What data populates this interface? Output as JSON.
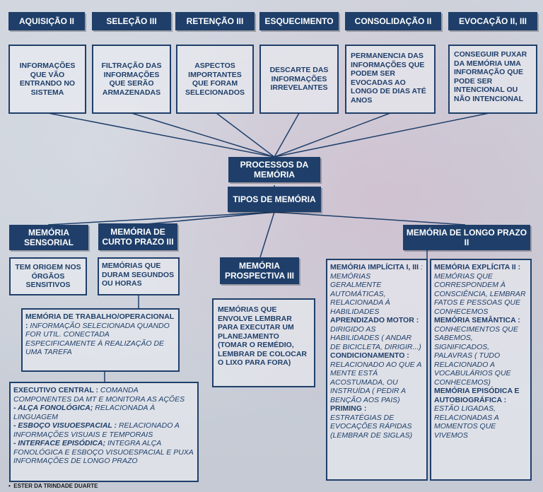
{
  "top_headers": [
    "AQUISIÇÃO II",
    "SELEÇÃO III",
    "RETENÇÃO III",
    "ESQUECIMENTO",
    "CONSOLIDAÇÃO II",
    "EVOCAÇÃO II, III"
  ],
  "top_descriptions": [
    "INFORMAÇÕES QUE VÃO ENTRANDO NO SISTEMA",
    "FILTRAÇÃO DAS INFORMAÇÕES QUE SERÃO ARMAZENADAS",
    "ASPECTOS IMPORTANTES QUE FORAM SELECIONADOS",
    "DESCARTE DAS INFORMAÇÕES IRREVELANTES",
    "PERMANENCIA DAS INFORMAÇÕES QUE PODEM SER EVOCADAS AO LONGO DE DIAS ATÉ ANOS",
    "CONSEGUIR PUXAR DA MEMÓRIA UMA INFORMAÇÃO QUE PODE SER INTENCIONAL OU NÃO INTENCIONAL"
  ],
  "center": {
    "processes": "PROCESSOS DA MEMÓRIA",
    "types": "TIPOS DE MEMÓRIA"
  },
  "sensorial": {
    "title": "MEMÓRIA SENSORIAL",
    "desc": "TEM ORIGEM NOS ÓRGÃOS SENSITIVOS"
  },
  "curto": {
    "title": "MEMÓRIA DE CURTO PRAZO III",
    "desc": "MEMÓRIAS QUE DURAM SEGUNDOS OU HORAS"
  },
  "trabalho": {
    "title": "MEMÓRIA DE TRABALHO/OPERACIONAL :",
    "desc": "INFORMAÇÃO SELECIONADA QUANDO FOR UTIL. CONECTADA ESPECIFICAMENTE À REALIZAÇÃO DE UMA TAREFA"
  },
  "executivo": {
    "title": "EXECUTIVO CENTRAL :",
    "title_desc": "COMANDA COMPONENTES DA MT E MONITORA AS AÇÕES",
    "a_title": "- ALÇA FONOLÓGICA;",
    "a_desc": "RELACIONADA À LINGUAGEM",
    "b_title": "- ESBOÇO VISUOESPACIAL :",
    "b_desc": "RELACIONADO A INFORMAÇÕES VISUAIS E TEMPORAIS",
    "c_title": "- INTERFACE EPISÓDICA;",
    "c_desc": "INTEGRA ALÇA FONOLÓGICA E ESBOÇO VISUOESPACIAL E PUXA INFORMAÇÕES DE LONGO PRAZO"
  },
  "prospectiva": {
    "title": "MEMÓRIA PROSPECTIVA III",
    "desc": "MEMÓRIAS QUE ENVOLVE LEMBRAR PARA EXECUTAR UM PLANEJAMENTO (TOMAR O REMÉDIO, LEMBRAR DE COLOCAR O LIXO PARA FORA)"
  },
  "longo": {
    "title": "MEMÓRIA DE LONGO PRAZO II"
  },
  "implicita": {
    "title": "MEMÓRIA IMPLÍCITA I, III",
    "desc": ": MEMÓRIAS GERALMENTE AUTOMÁTICAS, RELACIONADA À HABILIDADES",
    "motor_title": "APRENDIZADO MOTOR :",
    "motor_desc": "DIRIGIDO AS HABILIDADES ( ANDAR DE BICICLETA, DIRIGIR...)",
    "cond_title": "CONDICIONAMENTO :",
    "cond_desc": "RELACIONADO AO QUE A MENTE ESTÁ ACOSTUMADA, OU INSTRUÍDA ( PEDIR A BENÇÃO AOS PAIS)",
    "priming_title": "PRIMING :",
    "priming_desc": "ESTRATÉGIAS DE EVOCAÇÕES RÁPIDAS (LEMBRAR DE SIGLAS)"
  },
  "explicita": {
    "title": "MEMÓRIA EXPLÍCITA II :",
    "desc": "MEMÓRIAS QUE CORRESPONDEM À CONSCIÊNCIA, LEMBRAR FATOS E PESSOAS QUE CONHECEMOS",
    "sem_title": "MEMÓRIA SEMÂNTICA :",
    "sem_desc": "CONHECIMENTOS QUE SABEMOS, SIGNIFICADOS, PALAVRAS ( TUDO RELACIONADO A VOCABULÁRIOS QUE CONHECEMOS)",
    "epi_title": "MEMÓRIA EPISÓDICA E AUTOBIOGRÁFICA :",
    "epi_desc": "ESTÃO LIGADAS, RELACIONADAS A MOMENTOS QUE VIVEMOS"
  },
  "footer": "ESTER DA TRINDADE DUARTE",
  "colors": {
    "navy": "#1f3f6a",
    "box_text": "#1f3f6a"
  }
}
